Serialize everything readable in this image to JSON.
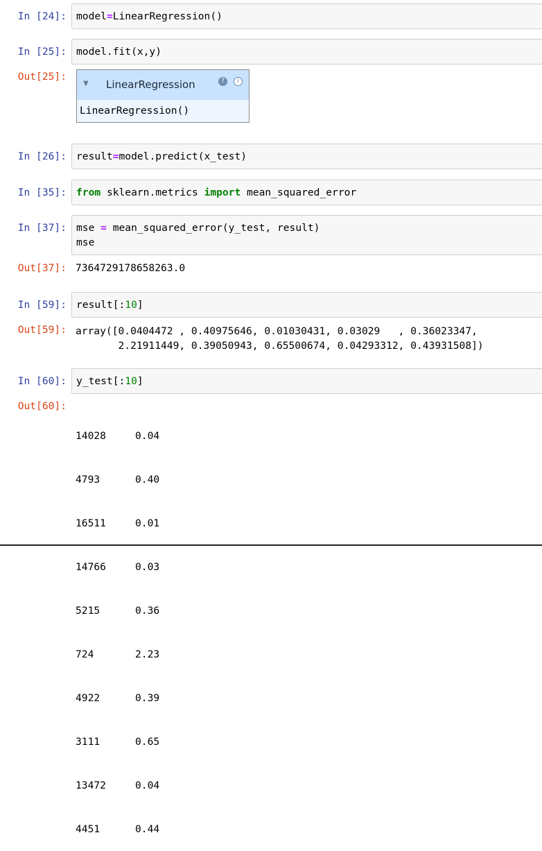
{
  "cells": [
    {
      "type": "in",
      "prompt": "In [24]:",
      "code": {
        "a": "model",
        "op": "=",
        "b": "LinearRegression()"
      }
    },
    {
      "type": "in",
      "prompt": "In [25]:",
      "code": "model.fit(x,y)"
    },
    {
      "type": "out",
      "prompt": "Out[25]:",
      "estimator": {
        "title": "LinearRegression",
        "badge1": "?",
        "badge2": "i",
        "repr": "LinearRegression()"
      }
    },
    {
      "type": "in",
      "prompt": "In [26]:",
      "code": {
        "a": "result",
        "op": "=",
        "b": "model.predict(x_test)"
      }
    },
    {
      "type": "in",
      "prompt": "In [35]:",
      "code": {
        "kw1": "from",
        "mid": " sklearn.metrics ",
        "kw2": "import",
        "rest": " mean_squared_error"
      }
    },
    {
      "type": "in",
      "prompt": "In [37]:",
      "code": {
        "line1a": "mse ",
        "op": "=",
        "line1b": " mean_squared_error(y_test, result)",
        "line2": "mse"
      }
    },
    {
      "type": "out",
      "prompt": "Out[37]:",
      "text": "7364729178658263.0"
    },
    {
      "type": "in",
      "prompt": "In [59]:",
      "code": {
        "a": "result[:",
        "num": "10",
        "b": "]"
      }
    },
    {
      "type": "out",
      "prompt": "Out[59]:",
      "line1": "array([0.0404472 , 0.40975646, 0.01030431, 0.03029   , 0.36023347,",
      "line2": "       2.21911449, 0.39050943, 0.65500674, 0.04293312, 0.43931508])"
    },
    {
      "type": "in",
      "prompt": "In [60]:",
      "code": {
        "a": "y_test[:",
        "num": "10",
        "b": "]"
      }
    },
    {
      "type": "out",
      "prompt": "Out[60]:",
      "series": [
        {
          "idx": "14028",
          "val": "0.04"
        },
        {
          "idx": "4793",
          "val": "0.40"
        },
        {
          "idx": "16511",
          "val": "0.01"
        },
        {
          "idx": "14766",
          "val": "0.03"
        },
        {
          "idx": "5215",
          "val": "0.36"
        },
        {
          "idx": "724",
          "val": "2.23"
        },
        {
          "idx": "4922",
          "val": "0.39"
        },
        {
          "idx": "3111",
          "val": "0.65"
        },
        {
          "idx": "13472",
          "val": "0.04"
        },
        {
          "idx": "4451",
          "val": "0.44"
        }
      ]
    }
  ]
}
